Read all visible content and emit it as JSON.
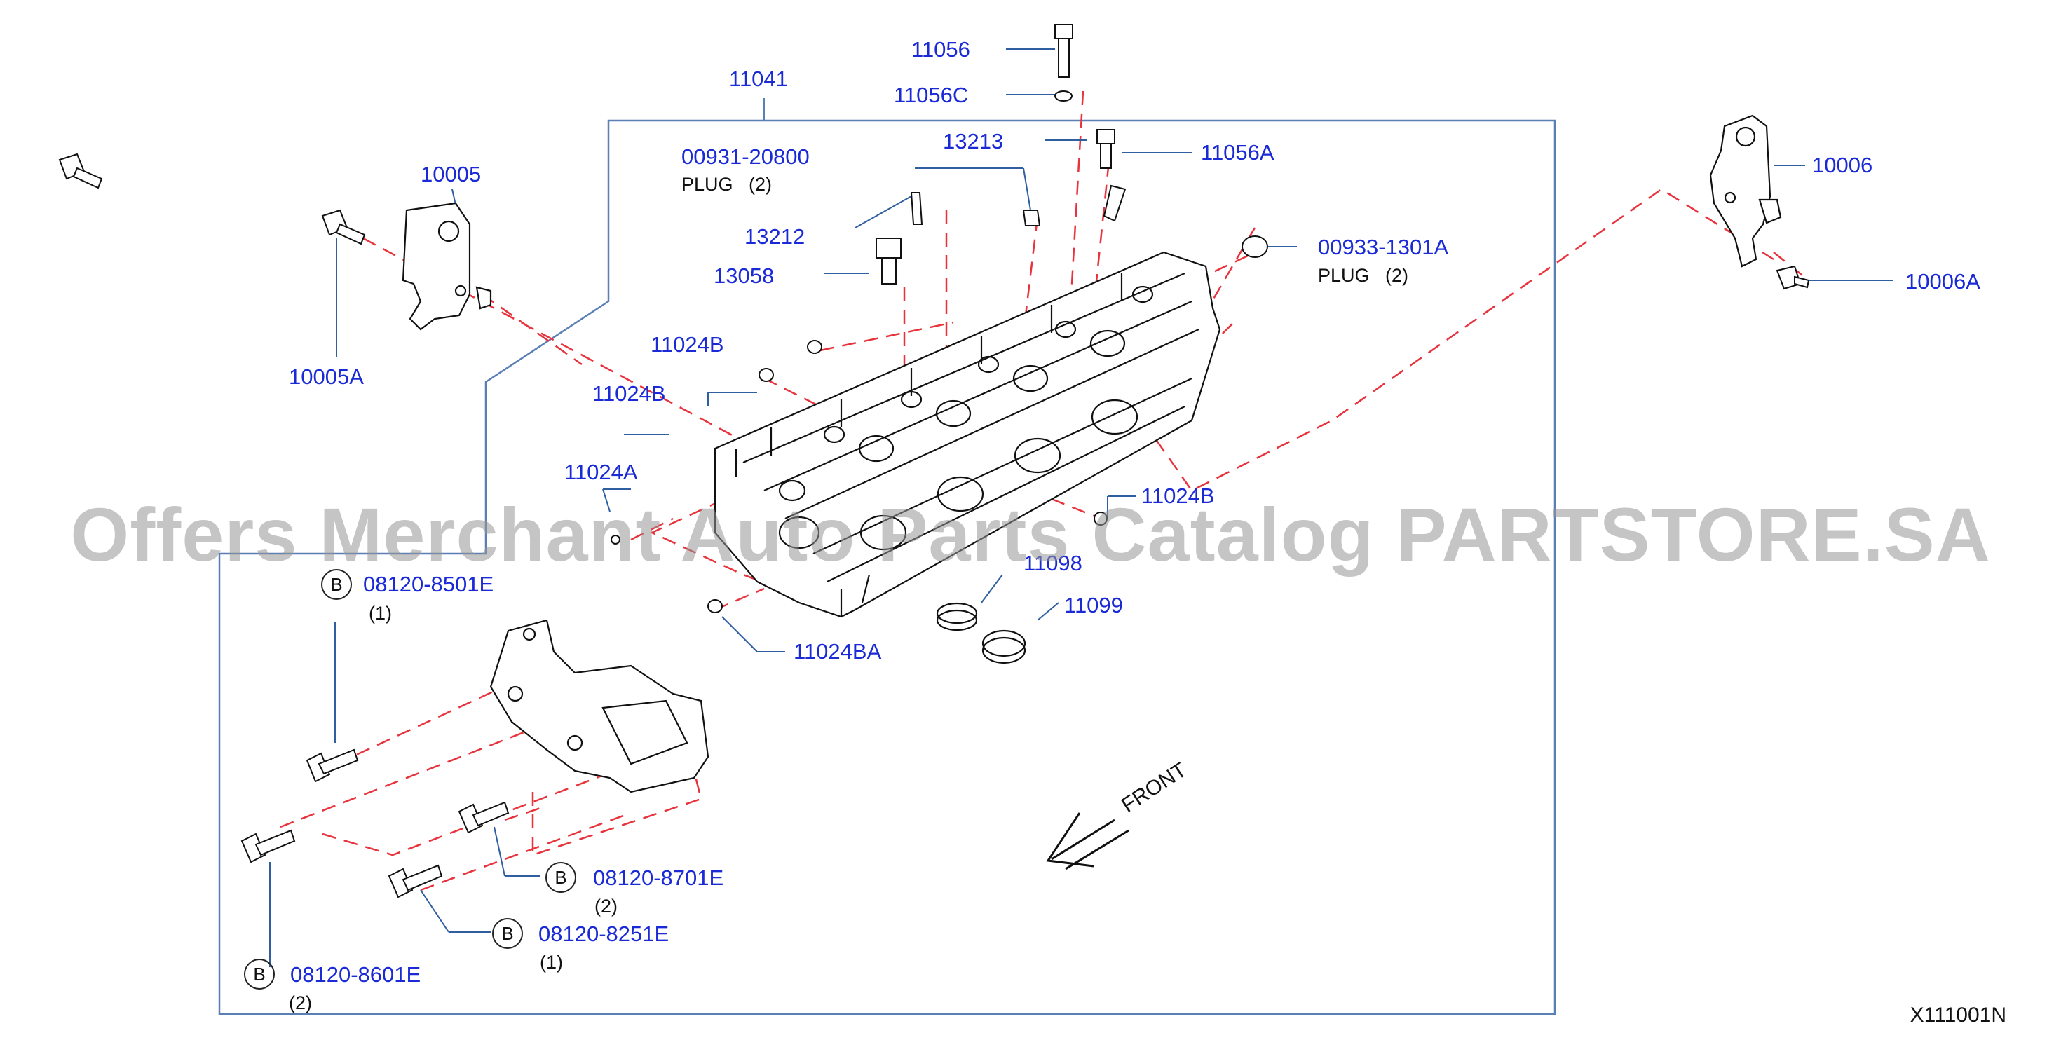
{
  "labels": {
    "p11056": "11056",
    "p11056c": "11056C",
    "p11041": "11041",
    "p13213": "13213",
    "p11056a": "11056A",
    "p00931": "00931-20800",
    "p13212": "13212",
    "p13058": "13058",
    "p10005": "10005",
    "p10005a": "10005A",
    "p11024b_1": "11024B",
    "p11024b_2": "11024B",
    "p11024a": "11024A",
    "p11024b_3": "11024B",
    "p11098": "11098",
    "p11099": "11099",
    "p11024ba": "11024BA",
    "p00933": "00933-1301A",
    "p10006": "10006",
    "p10006a": "10006A",
    "p08120_8501e": "08120-8501E",
    "p08120_8701e": "08120-8701E",
    "p08120_8251e": "08120-8251E",
    "p08120_8601e": "08120-8601E"
  },
  "notes": {
    "plug1": "PLUG",
    "plug1_qty": "(2)",
    "plug2": "PLUG",
    "plug2_qty": "(2)",
    "qty_8501e": "(1)",
    "qty_8701e": "(2)",
    "qty_8251e": "(1)",
    "qty_8601e": "(2)",
    "badge": "B",
    "front": "FRONT"
  },
  "diagram_code": "X111001N",
  "watermark": "Offers Merchant Auto Parts Catalog PARTSTORE.SA",
  "colors": {
    "label": "#1a2ad6",
    "dashed": "#e8323c",
    "frame": "#5a7fb5",
    "leader": "#2f5fa0"
  }
}
